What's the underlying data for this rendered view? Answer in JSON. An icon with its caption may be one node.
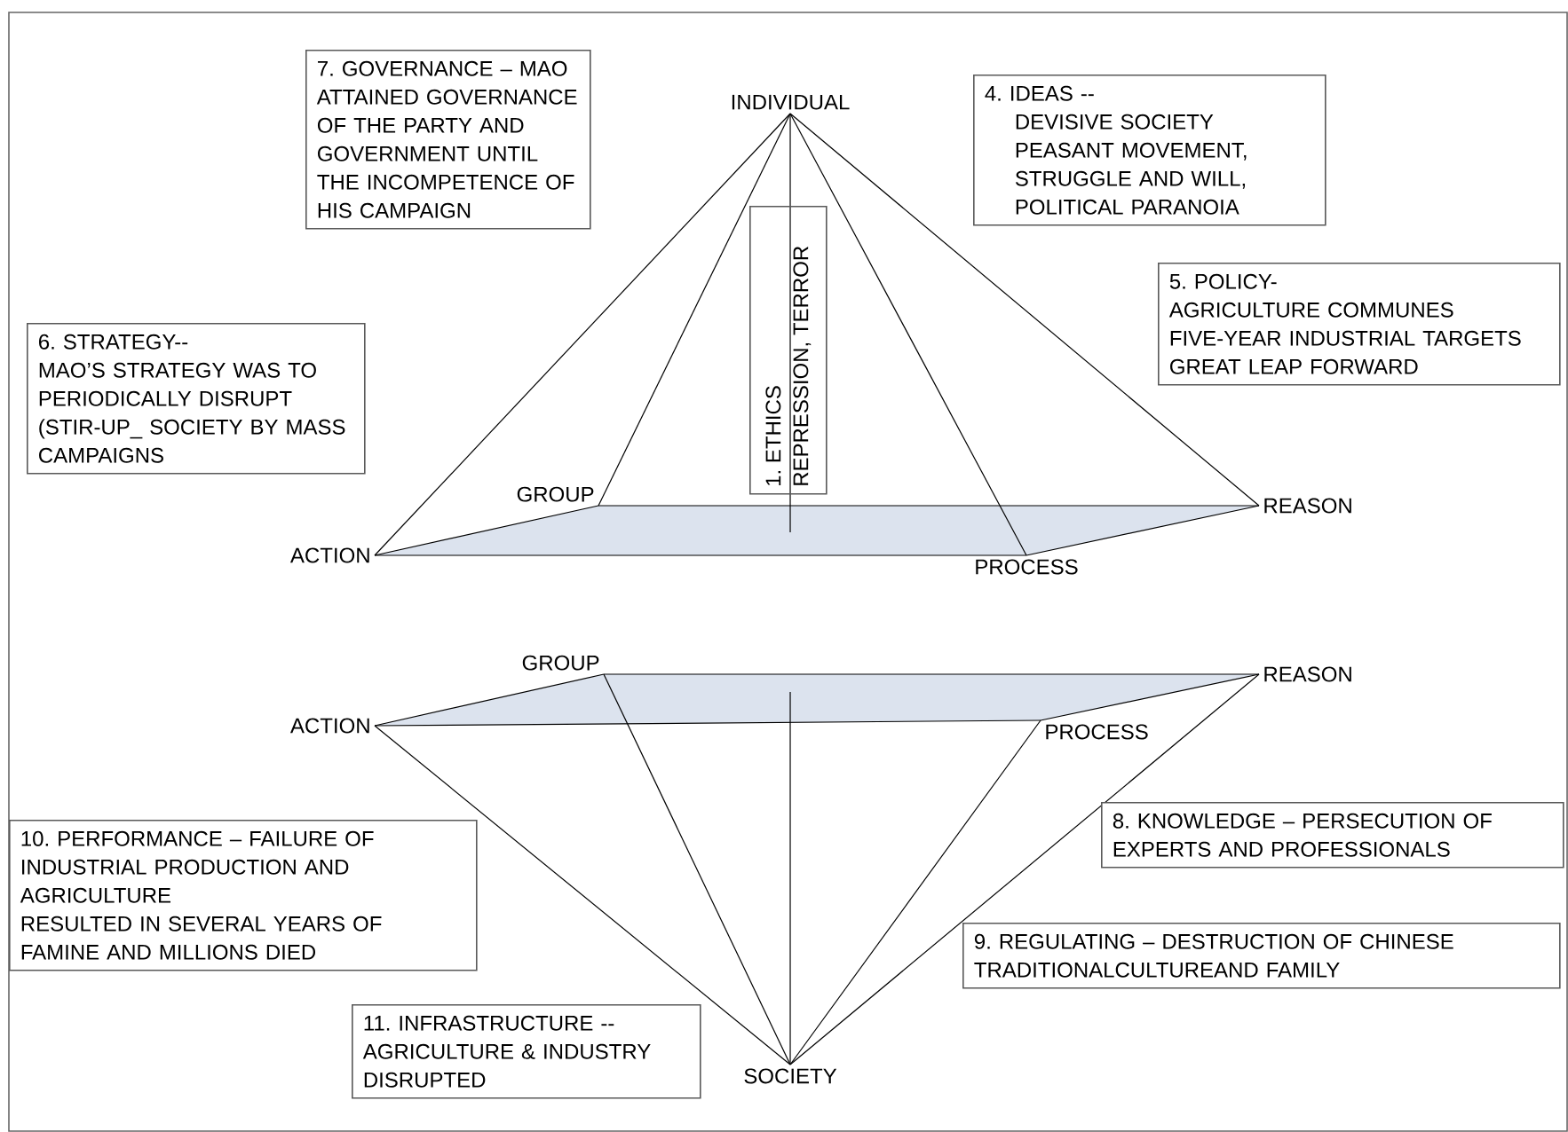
{
  "diagram": {
    "nodes": [
      {
        "text": [
          "INDIVIDUAL"
        ]
      },
      {
        "text": [
          "7. GOVERNANCE – MAO ATTAINED GOVERNANCE OF THE PARTY AND GOVERNMENT UNTIL THE INCOMPETENCE OF HIS CAMPAIGN"
        ]
      },
      {
        "text": [
          "4. IDEAS --",
          "DEVISIVE SOCIETY",
          "PEASANT MOVEMENT,",
          "STRUGGLE AND WILL,",
          "POLITICAL PARANOIA"
        ]
      },
      {
        "text": [
          "1. ETHICS",
          "REPRESSION, TERROR"
        ]
      },
      {
        "text": [
          "5. POLICY-",
          "AGRICULTURE COMMUNES",
          "FIVE-YEAR INDUSTRIAL TARGETS",
          "GREAT LEAP FORWARD"
        ]
      },
      {
        "text": [
          "6. STRATEGY--",
          "MAO’S STRATEGY WAS TO PERIODICALLY DISRUPT (STIR-UP_ SOCIETY BY MASS CAMPAIGNS"
        ]
      },
      {
        "text": [
          "GROUP"
        ]
      },
      {
        "text": [
          "REASON"
        ]
      },
      {
        "text": [
          "ACTION"
        ]
      },
      {
        "text": [
          "PROCESS"
        ]
      },
      {
        "text": [
          "GROUP"
        ]
      },
      {
        "text": [
          "REASON"
        ]
      },
      {
        "text": [
          "ACTION"
        ]
      },
      {
        "text": [
          "PROCESS"
        ]
      },
      {
        "text": [
          "10. PERFORMANCE – FAILURE OF INDUSTRIAL PRODUCTION AND AGRICULTURE",
          "RESULTED IN SEVERAL YEARS OF FAMINE AND MILLIONS DIED"
        ]
      },
      {
        "text": [
          "8. KNOWLEDGE – PERSECUTION OF EXPERTS AND PROFESSIONALS"
        ]
      },
      {
        "text": [
          "11. INFRASTRUCTURE --",
          "AGRICULTURE & INDUSTRY DISRUPTED"
        ]
      },
      {
        "text": [
          "9. REGULATING – DESTRUCTION OF CHINESE TRADITIONALCULTUREAND FAMILY"
        ]
      },
      {
        "text": [
          "SOCIETY"
        ]
      }
    ],
    "edges": [
      {
        "from": 0,
        "to": 8,
        "arrow": "none"
      },
      {
        "from": 0,
        "to": 6,
        "arrow": "none"
      },
      {
        "from": 0,
        "to": 9,
        "arrow": "none"
      },
      {
        "from": 0,
        "to": 7,
        "arrow": "none"
      },
      {
        "from": 0,
        "to": null,
        "arrow": "none"
      },
      {
        "from": 8,
        "to": 6,
        "arrow": "none"
      },
      {
        "from": 6,
        "to": 7,
        "arrow": "none"
      },
      {
        "from": 7,
        "to": 9,
        "arrow": "none"
      },
      {
        "from": 9,
        "to": 8,
        "arrow": "none"
      },
      {
        "from": 12,
        "to": 10,
        "arrow": "none"
      },
      {
        "from": 10,
        "to": 11,
        "arrow": "none"
      },
      {
        "from": 11,
        "to": 13,
        "arrow": "none"
      },
      {
        "from": 13,
        "to": 12,
        "arrow": "none"
      },
      {
        "from": 12,
        "to": 18,
        "arrow": "none"
      },
      {
        "from": 10,
        "to": 18,
        "arrow": "none"
      },
      {
        "from": 13,
        "to": 18,
        "arrow": "none"
      },
      {
        "from": 11,
        "to": 18,
        "arrow": "none"
      },
      {
        "from": null,
        "to": 18,
        "arrow": "none"
      }
    ]
  }
}
